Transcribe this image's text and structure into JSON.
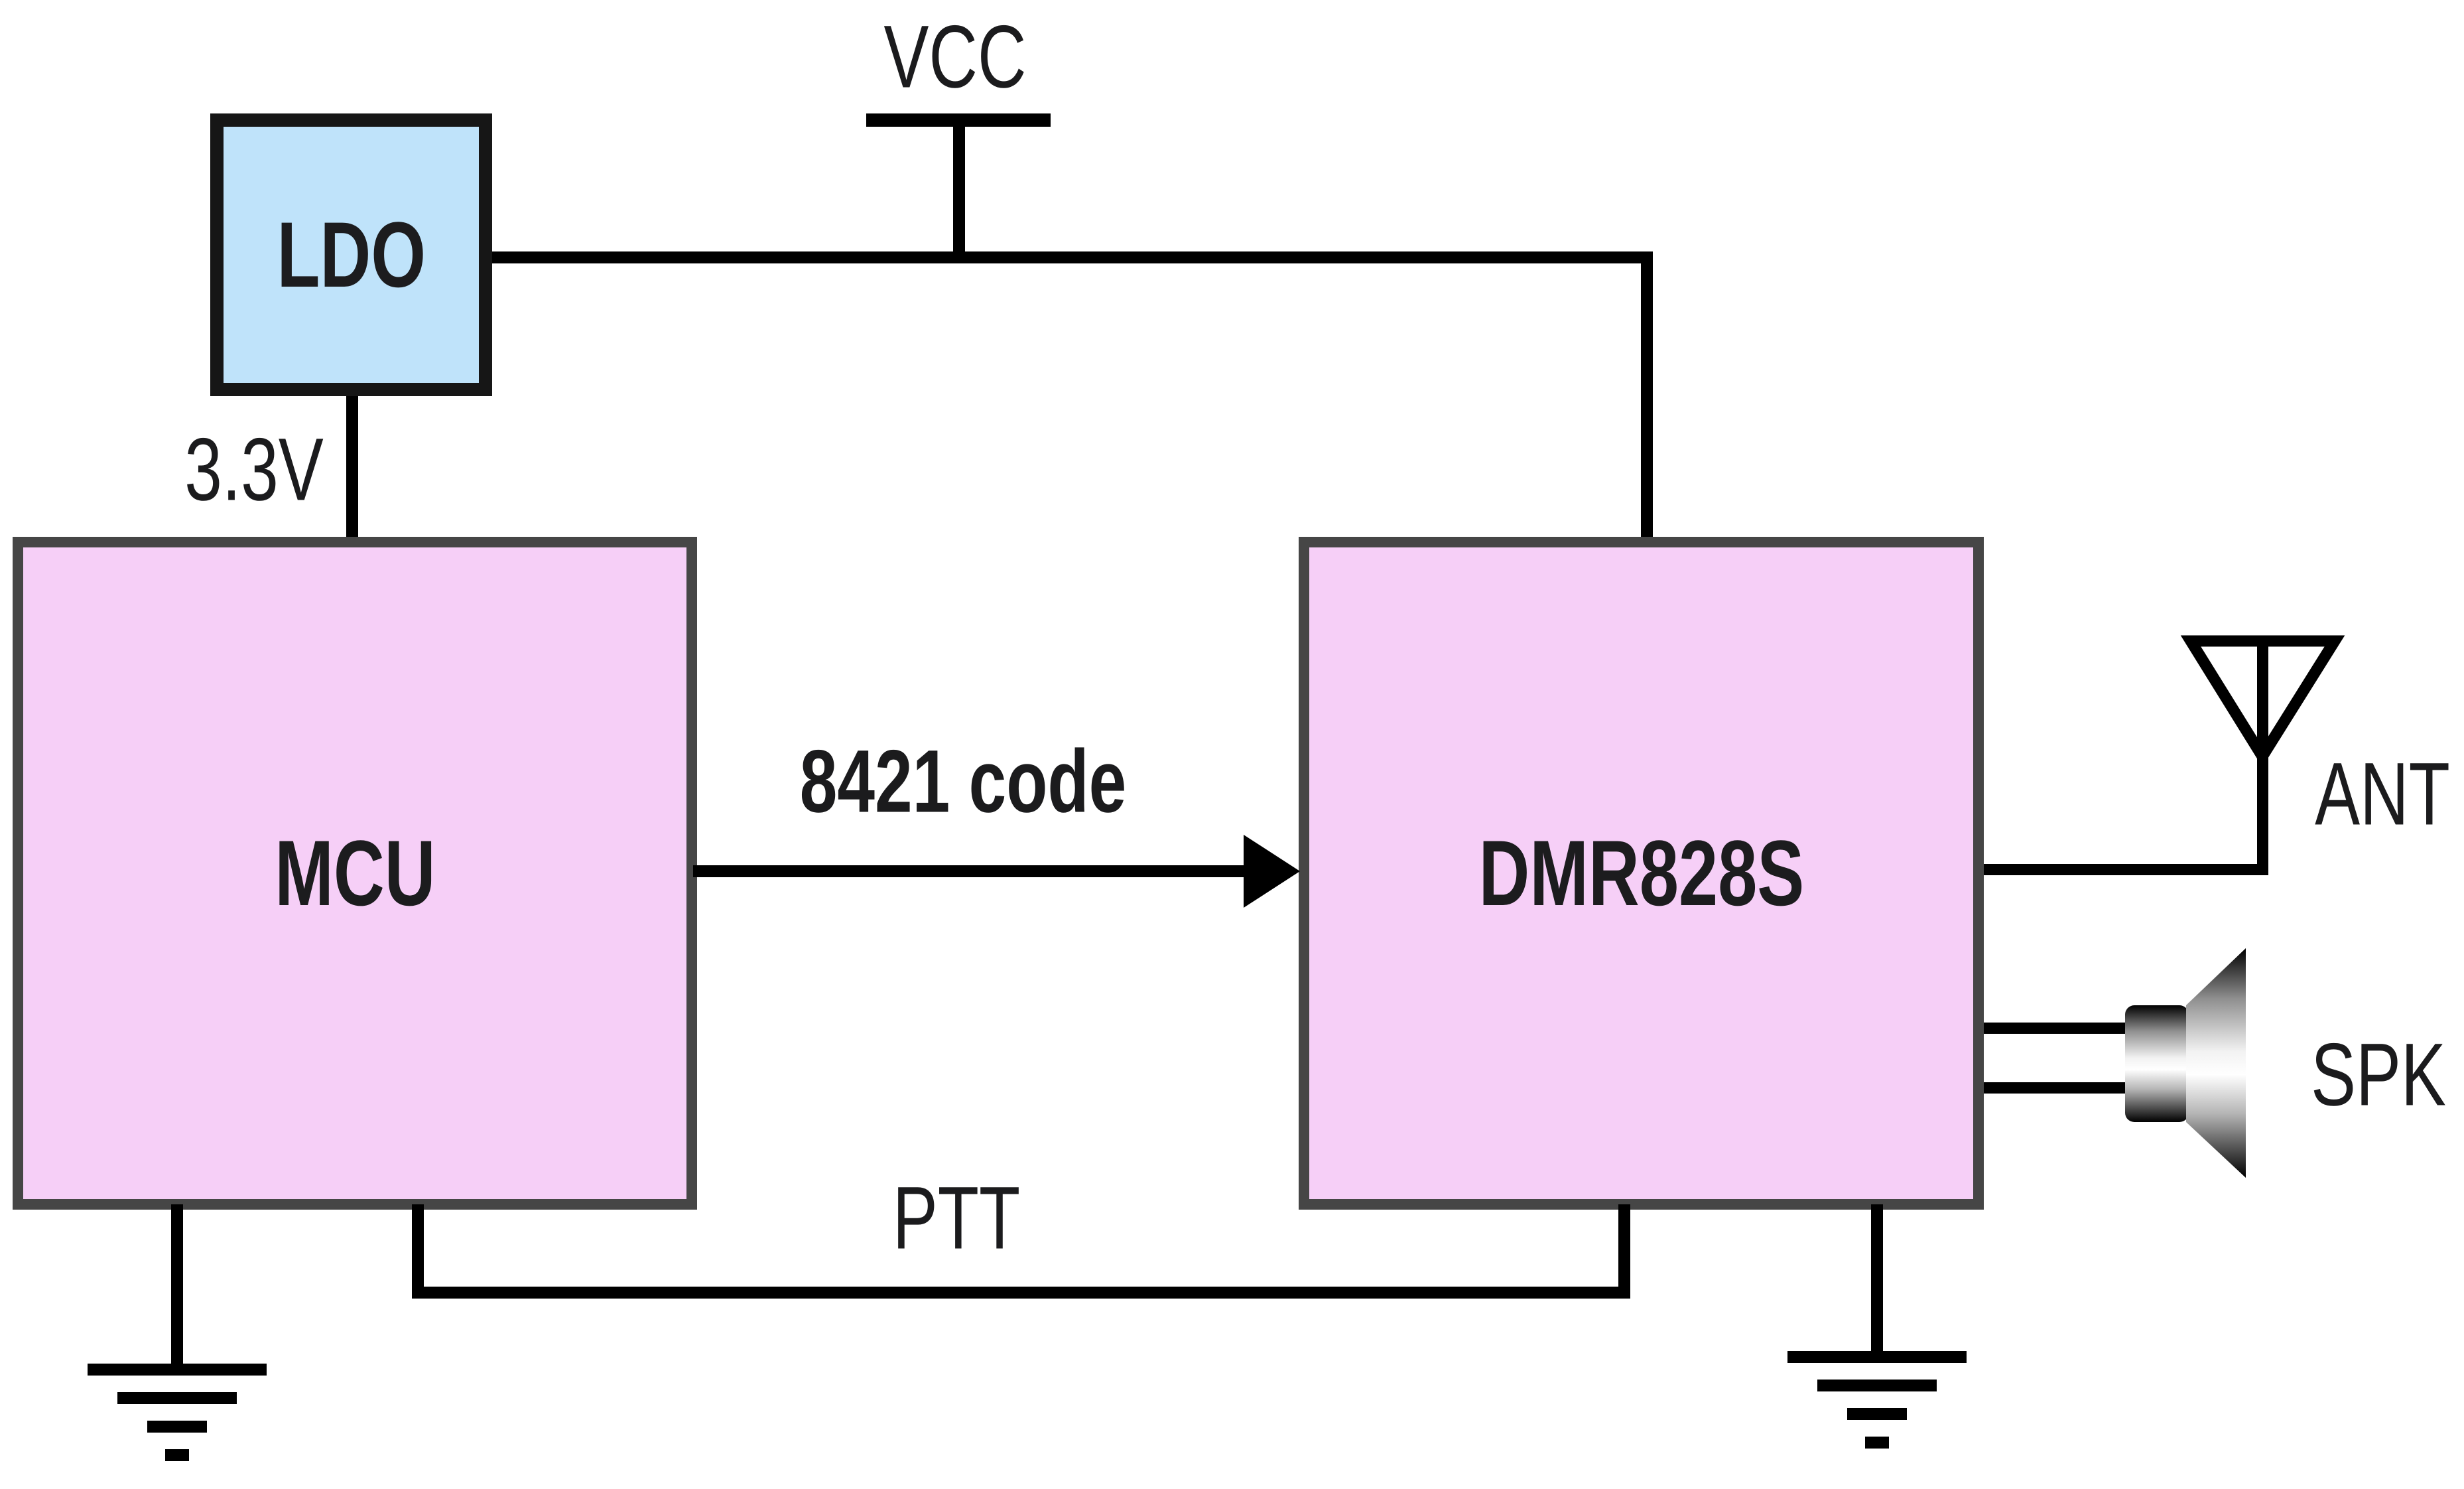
{
  "diagram": {
    "type": "circuit-block-diagram",
    "blocks": [
      {
        "id": "ldo",
        "label": "LDO",
        "fill": "#BFE3FA",
        "border": "#161616"
      },
      {
        "id": "mcu",
        "label": "MCU",
        "fill": "#F6CFF7",
        "border": "#464646"
      },
      {
        "id": "dmr828s",
        "label": "DMR828S",
        "fill": "#F6CFF7",
        "border": "#464646"
      }
    ],
    "net_labels": {
      "vcc": "VCC",
      "ldo_output": "3.3V",
      "data_bus": "8421 code",
      "ptt": "PTT",
      "antenna": "ANT",
      "speaker": "SPK"
    },
    "connections": [
      {
        "from": "ldo",
        "to": "mcu",
        "label": "3.3V"
      },
      {
        "from": "vcc",
        "to": "dmr828s",
        "label": "VCC"
      },
      {
        "from": "mcu",
        "to": "dmr828s",
        "label": "8421 code",
        "style": "arrow"
      },
      {
        "from": "mcu",
        "to": "dmr828s",
        "label": "PTT"
      },
      {
        "from": "dmr828s",
        "to": "antenna",
        "label": "ANT"
      },
      {
        "from": "dmr828s",
        "to": "speaker",
        "label": "SPK"
      },
      {
        "from": "mcu",
        "to": "ground"
      },
      {
        "from": "dmr828s",
        "to": "ground"
      }
    ],
    "icons": [
      "vcc-power-bar-icon",
      "antenna-icon",
      "speaker-icon",
      "ground-icon",
      "arrowhead-icon"
    ],
    "colors": {
      "background": "#ffffff",
      "wire": "#000000",
      "text": "#1b1b1d",
      "block_pink": "#F6CFF7",
      "block_blue": "#BFE3FA",
      "block_border_gray": "#464646",
      "block_border_black": "#161616"
    }
  }
}
